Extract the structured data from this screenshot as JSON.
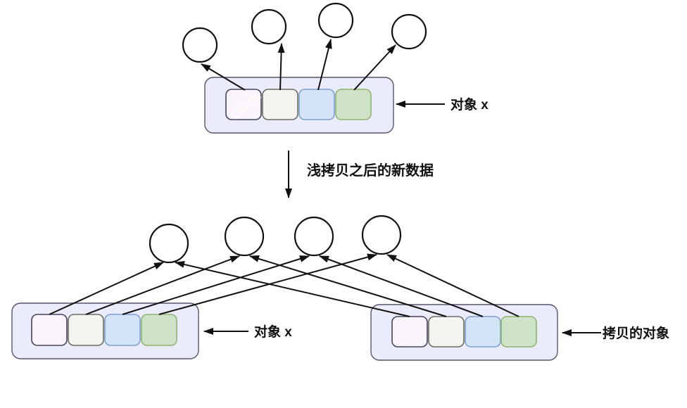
{
  "labels": {
    "top_object": "对象 x",
    "caption": "浅拷贝之后的新数据",
    "bottom_left_object": "对象 x",
    "bottom_right_object": "拷贝的对象"
  },
  "colors": {
    "background": "#ffffff",
    "line": "#111111",
    "text": "#111111",
    "circle_fill": "#ffffff",
    "box_fill": "#eaecfb",
    "box_stroke": "#56556e",
    "cell1_fill": "#fbf4fa",
    "cell1_stroke": "#44435c",
    "cell2_fill": "#f4f5f0",
    "cell2_stroke": "#696d63",
    "cell3_fill": "#d5e3f7",
    "cell3_stroke": "#7e9fd0",
    "cell4_fill": "#cfe3c8",
    "cell4_stroke": "#8db470"
  }
}
